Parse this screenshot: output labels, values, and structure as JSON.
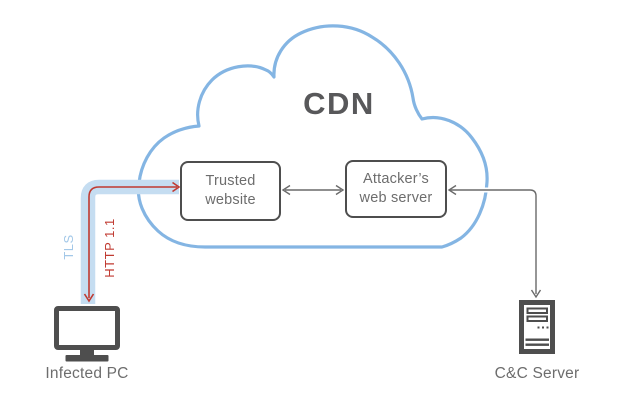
{
  "diagram": {
    "cloud_label": "CDN",
    "nodes": {
      "trusted_website": "Trusted website",
      "attacker_web_server": "Attacker’s web server",
      "infected_pc": "Infected PC",
      "cc_server": "C&C Server"
    },
    "connection_labels": {
      "tls": "TLS",
      "http": "HTTP 1.1"
    },
    "icons": {
      "infected_pc": "monitor-icon",
      "cc_server": "server-tower-icon"
    },
    "colors": {
      "cloud_stroke": "#84b5e3",
      "tls_band": "#c5ddf1",
      "http_red": "#c03a31",
      "line_gray": "#6a6a6a",
      "node_border": "#4e4e4e",
      "node_text": "#6d6d6d",
      "title_text": "#58585a",
      "tls_text": "#a3c8e8"
    }
  }
}
